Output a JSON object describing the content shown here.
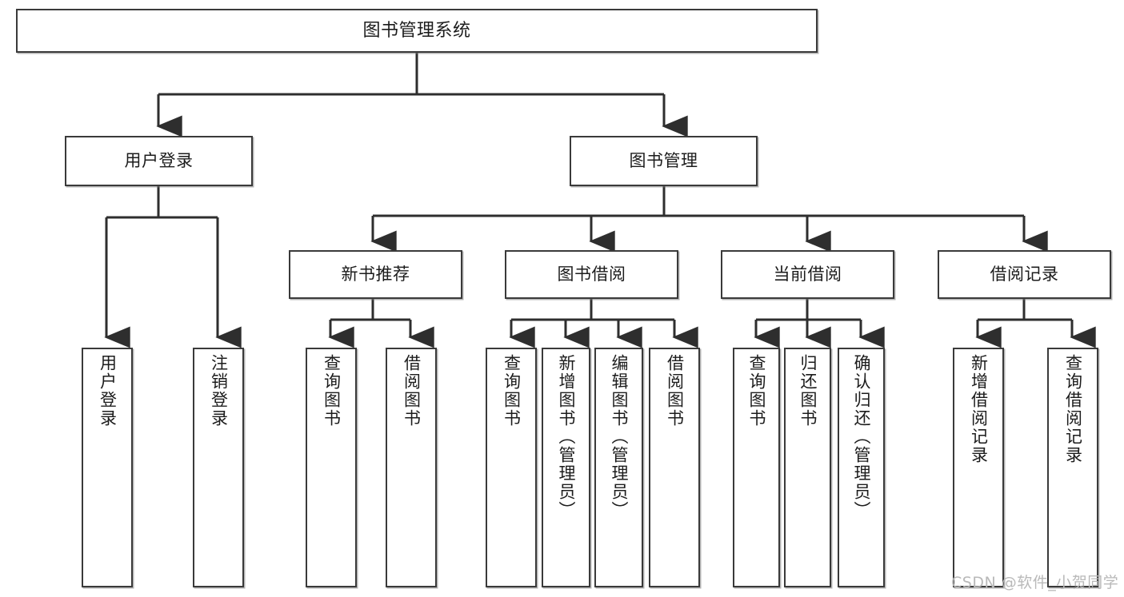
{
  "diagram": {
    "title": "图书管理系统",
    "type": "tree-hierarchy-chart",
    "stroke_color": "#3a3a3a",
    "fill_color": "#ffffff",
    "text_color": "#1c1c1c"
  },
  "root": {
    "label": "图书管理系统"
  },
  "level2": [
    {
      "label": "用户登录"
    },
    {
      "label": "图书管理"
    }
  ],
  "level3": [
    {
      "label": "新书推荐"
    },
    {
      "label": "图书借阅"
    },
    {
      "label": "当前借阅"
    },
    {
      "label": "借阅记录"
    }
  ],
  "leaves": {
    "user_login": [
      {
        "label": "用户登录"
      },
      {
        "label": "注销登录"
      }
    ],
    "new_book_recommend": [
      {
        "label": "查询图书"
      },
      {
        "label": "借阅图书"
      }
    ],
    "book_borrow": [
      {
        "label": "查询图书"
      },
      {
        "label": "新增图书（管理员）"
      },
      {
        "label": "编辑图书（管理员）"
      },
      {
        "label": "借阅图书"
      }
    ],
    "current_borrow": [
      {
        "label": "查询图书"
      },
      {
        "label": "归还图书"
      },
      {
        "label": "确认归还（管理员）"
      }
    ],
    "borrow_record": [
      {
        "label": "新增借阅记录"
      },
      {
        "label": "查询借阅记录"
      }
    ]
  },
  "watermark": {
    "text": "CSDN @软件_小贺同学"
  }
}
